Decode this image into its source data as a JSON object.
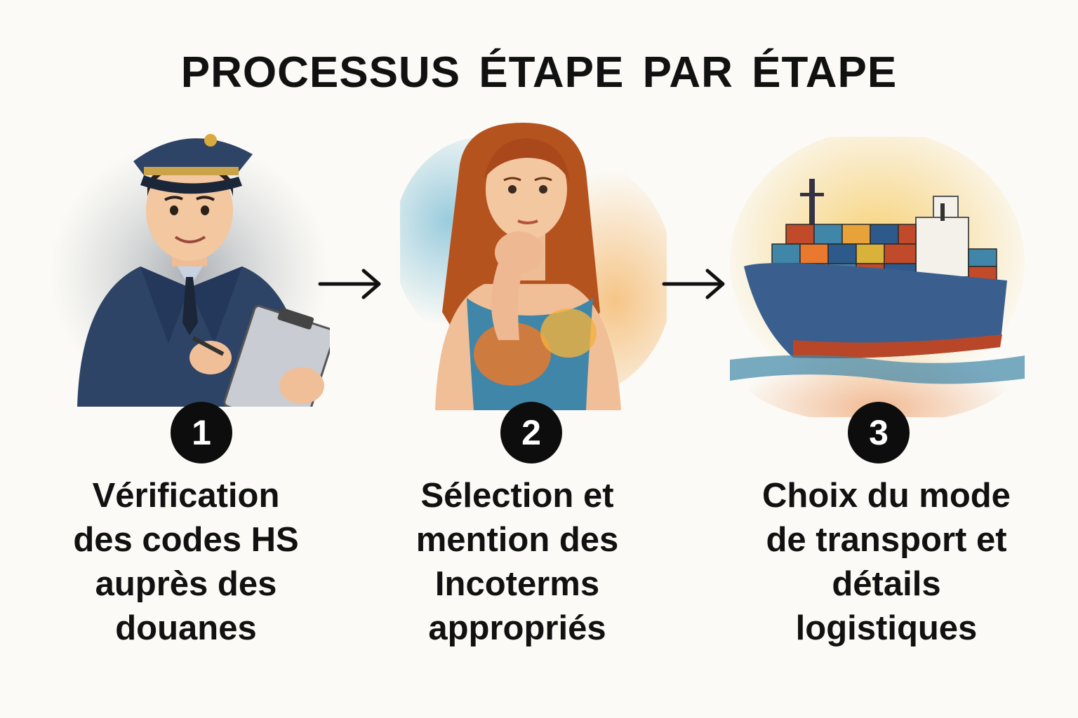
{
  "title": "PROCESSUS  ÉTAPE PAR ÉTAPE",
  "steps": [
    {
      "number": "1",
      "lines": [
        "Vérification",
        "des codes HS",
        "auprès des",
        "douanes"
      ],
      "illustration": "customs-officer-with-clipboard"
    },
    {
      "number": "2",
      "lines": [
        "Sélection et",
        "mention des",
        "Incoterms",
        "appropriés"
      ],
      "illustration": "thinking-woman"
    },
    {
      "number": "3",
      "lines": [
        "Choix du mode",
        "de transport et",
        "détails",
        "logistiques"
      ],
      "illustration": "container-ship"
    }
  ],
  "colors": {
    "badge": "#0d0d0d",
    "text": "#111111",
    "background": "#fbfaf6",
    "navy": "#2d4466",
    "orange": "#e88a3a",
    "teal": "#4aa6c9"
  }
}
